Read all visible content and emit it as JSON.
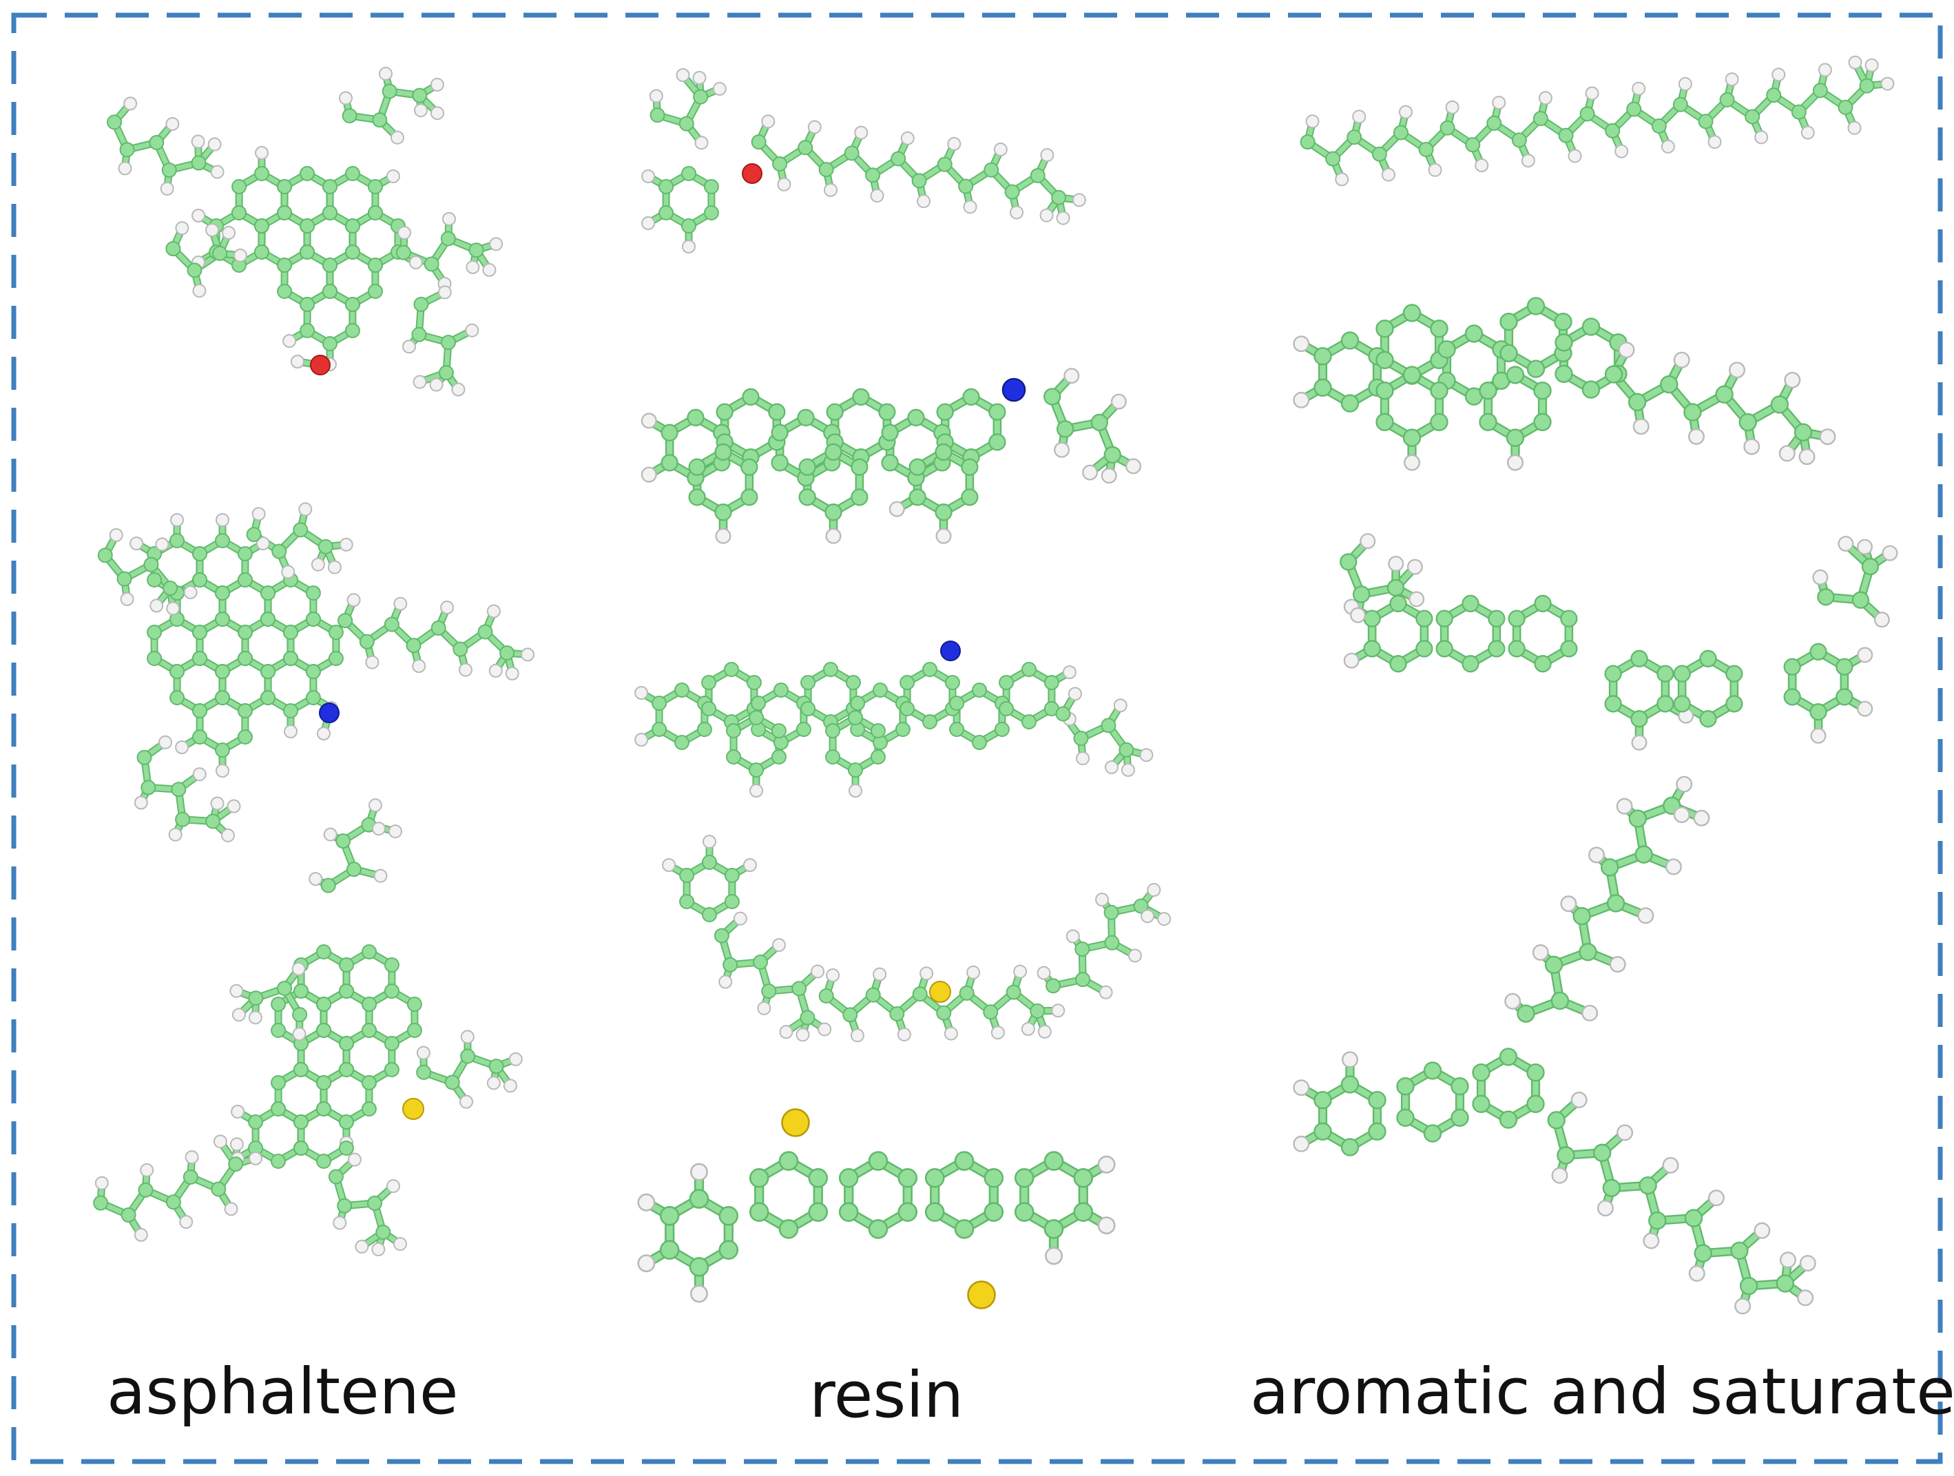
{
  "colors": {
    "frame": "#3f7fbf",
    "carbon": "#93df9a",
    "carbon_edge": "#62b96d",
    "hydrogen": "#f2f2f2",
    "hydrogen_edge": "#b9b9b9",
    "oxygen": "#e53030",
    "nitrogen": "#1f2fe0",
    "sulfur": "#f3d21c"
  },
  "labels": {
    "asphaltene": "asphaltene",
    "resin": "resin",
    "aromatic_saturate": "aromatic and saturate"
  },
  "columns": [
    {
      "group": "asphaltene",
      "molecules": [
        "asphaltene-1",
        "asphaltene-2",
        "asphaltene-3"
      ]
    },
    {
      "group": "resin",
      "molecules": [
        "resin-1",
        "resin-2",
        "resin-3",
        "resin-4",
        "resin-5"
      ]
    },
    {
      "group": "aromatic and saturate",
      "molecules": [
        "saturate-1",
        "saturate-2",
        "aromatic-1",
        "aromatic-2"
      ]
    }
  ]
}
